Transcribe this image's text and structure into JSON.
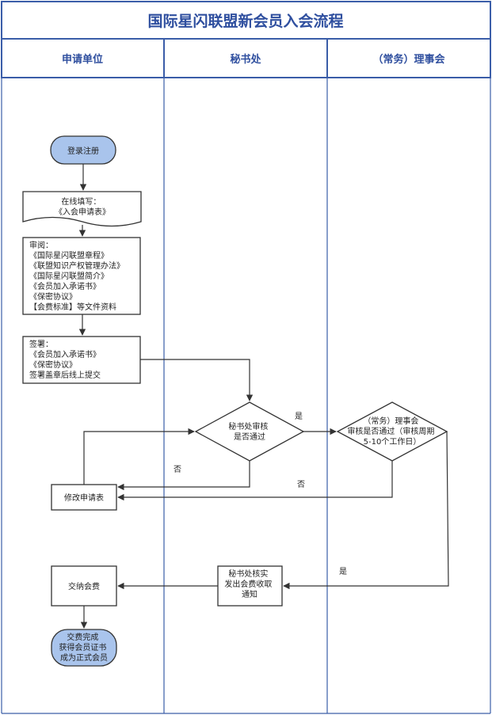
{
  "title": "国际星闪联盟新会员入会流程",
  "lanes": [
    {
      "label": "申请单位"
    },
    {
      "label": "秘书处"
    },
    {
      "label": "（常务）理事会"
    }
  ],
  "nodes": {
    "register": {
      "lines": [
        "登录注册"
      ]
    },
    "fill_form": {
      "lines": [
        "在线填写：",
        "《入会申请表》"
      ]
    },
    "review_docs": {
      "lines": [
        "审阅：",
        "《国际星闪联盟章程》",
        "《联盟知识产权管理办法》",
        "《国际星闪联盟简介》",
        "《会员加入承诺书》",
        "《保密协议》",
        "【会费标准】等文件资料"
      ]
    },
    "sign": {
      "lines": [
        "签署：",
        "《会员加入承诺书》",
        "《保密协议》",
        "签署盖章后线上提交"
      ]
    },
    "secretariat_review": {
      "lines": [
        "秘书处审核",
        "是否通过"
      ]
    },
    "council_review": {
      "lines": [
        "（常务）理事会",
        "审核是否通过（审核周期",
        "5-10个工作日）"
      ]
    },
    "modify_form": {
      "lines": [
        "修改申请表"
      ]
    },
    "fee_notice": {
      "lines": [
        "秘书处核实",
        "发出会费收取",
        "通知"
      ]
    },
    "pay_fee": {
      "lines": [
        "交纳会费"
      ]
    },
    "complete": {
      "lines": [
        "交费完成",
        "获得会员证书",
        "成为正式会员"
      ]
    }
  },
  "edge_labels": {
    "secretariat_yes": "是",
    "secretariat_no": "否",
    "council_no": "否",
    "council_yes": "是"
  },
  "colors": {
    "border": "#3a5da8",
    "title_text": "#2f4f9f",
    "terminal_fill": "#a9c4ec",
    "line": "#333333"
  }
}
